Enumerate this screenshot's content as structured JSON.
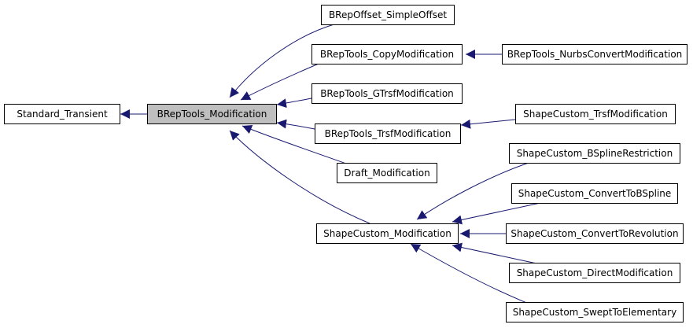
{
  "diagram": {
    "edge_color": "#191970",
    "focus_fill": "#bfbfbf",
    "nodes": {
      "standard_transient": "Standard_Transient",
      "breptools_modification": "BRepTools_Modification",
      "brepoffset_simpleoffset": "BRepOffset_SimpleOffset",
      "breptools_copymodification": "BRepTools_CopyModification",
      "breptools_nurbsconvertmodification": "BRepTools_NurbsConvertModification",
      "breptools_gtrsfmodification": "BRepTools_GTrsfModification",
      "breptools_trsfmodification": "BRepTools_TrsfModification",
      "shapecustom_trsfmodification": "ShapeCustom_TrsfModification",
      "draft_modification": "Draft_Modification",
      "shapecustom_modification": "ShapeCustom_Modification",
      "shapecustom_bsplinerestriction": "ShapeCustom_BSplineRestriction",
      "shapecustom_converttobspline": "ShapeCustom_ConvertToBSpline",
      "shapecustom_converttorevolution": "ShapeCustom_ConvertToRevolution",
      "shapecustom_directmodification": "ShapeCustom_DirectModification",
      "shapecustom_swepttoelementary": "ShapeCustom_SweptToElementary"
    },
    "edges": [
      {
        "from": "breptools_modification",
        "to": "standard_transient"
      },
      {
        "from": "brepoffset_simpleoffset",
        "to": "breptools_modification"
      },
      {
        "from": "breptools_copymodification",
        "to": "breptools_modification"
      },
      {
        "from": "breptools_nurbsconvertmodification",
        "to": "breptools_copymodification"
      },
      {
        "from": "breptools_gtrsfmodification",
        "to": "breptools_modification"
      },
      {
        "from": "breptools_trsfmodification",
        "to": "breptools_modification"
      },
      {
        "from": "shapecustom_trsfmodification",
        "to": "breptools_trsfmodification"
      },
      {
        "from": "draft_modification",
        "to": "breptools_modification"
      },
      {
        "from": "shapecustom_modification",
        "to": "breptools_modification"
      },
      {
        "from": "shapecustom_bsplinerestriction",
        "to": "shapecustom_modification"
      },
      {
        "from": "shapecustom_converttobspline",
        "to": "shapecustom_modification"
      },
      {
        "from": "shapecustom_converttorevolution",
        "to": "shapecustom_modification"
      },
      {
        "from": "shapecustom_directmodification",
        "to": "shapecustom_modification"
      },
      {
        "from": "shapecustom_swepttoelementary",
        "to": "shapecustom_modification"
      }
    ]
  }
}
